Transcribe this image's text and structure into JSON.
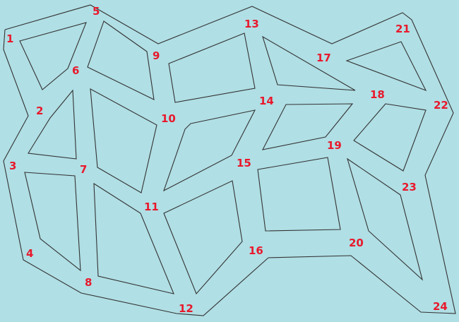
{
  "colors": {
    "background": "#b0dfe5",
    "line": "#333333",
    "label": "#e8192c"
  },
  "node_labels": [
    "1",
    "2",
    "3",
    "4",
    "5",
    "6",
    "7",
    "8",
    "9",
    "10",
    "11",
    "12",
    "13",
    "14",
    "15",
    "16",
    "17",
    "18",
    "19",
    "20",
    "21",
    "22",
    "23",
    "24"
  ]
}
